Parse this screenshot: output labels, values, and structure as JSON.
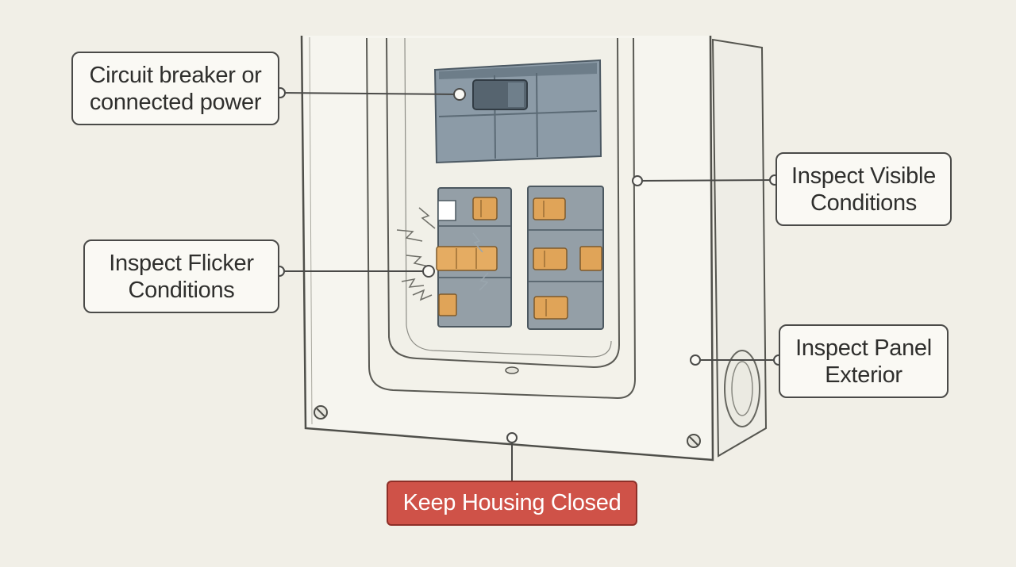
{
  "diagram": {
    "labels": {
      "breaker": [
        "Circuit breaker or",
        "connected power"
      ],
      "visible": [
        "Inspect Visible",
        "Conditions"
      ],
      "flicker": [
        "Inspect Flicker",
        "Conditions"
      ],
      "exterior": [
        "Inspect Panel",
        "Exterior"
      ],
      "warning": "Keep Housing Closed"
    },
    "colors": {
      "background": "#f1efe7",
      "outline": "#4a4a48",
      "panel_face": "#f6f5ef",
      "breaker_blue": "#8a9aa6",
      "breaker_dark": "#5f6f7a",
      "switch_orange": "#e0a458",
      "warning_red": "#cf5248"
    },
    "icons": [
      "lightning-spark-icon",
      "screw-icon",
      "knockout-icon"
    ]
  }
}
